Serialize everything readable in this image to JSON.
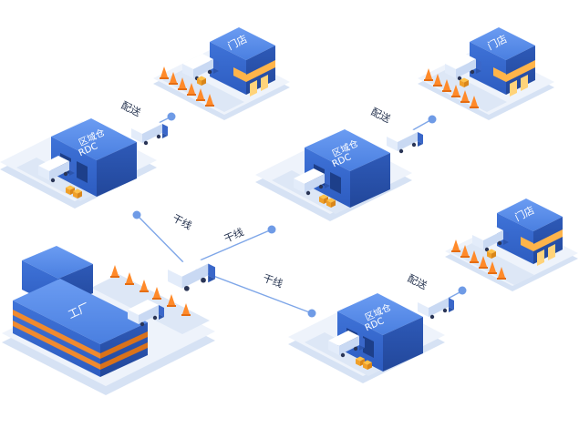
{
  "labels": {
    "store": "门店",
    "rdc_line1": "区域仓",
    "rdc_line2": "RDC",
    "factory": "工厂",
    "trunk": "干线",
    "delivery": "配送"
  },
  "colors": {
    "building_blue": "#3b6fd4",
    "building_dark": "#2a55b0",
    "building_light": "#5b8ff0",
    "platform": "#eef3fb",
    "platform_side": "#d6e2f4",
    "road": "#d9e4f5",
    "line": "#7ea6e8",
    "dot": "#6f9be6",
    "orange": "#ff8a2a",
    "stripe_orange": "#f08a2e",
    "text": "#1f2d4a"
  },
  "icons": {
    "truck": "truck-icon",
    "cone": "traffic-cone-icon",
    "box": "cargo-box-icon",
    "forklift": "forklift-icon"
  }
}
